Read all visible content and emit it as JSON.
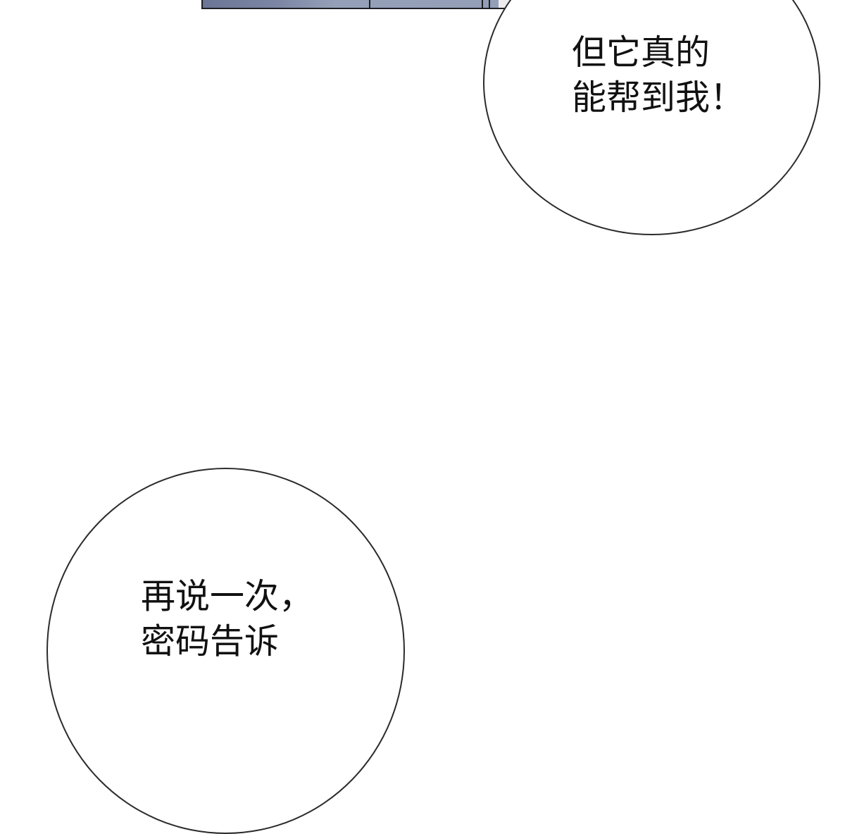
{
  "comic": {
    "top_panel": {
      "description": "partial panel edge with blue-gray and light gray areas"
    },
    "bubbles": [
      {
        "lines": [
          "但它真的",
          "能帮到我！"
        ]
      },
      {
        "lines": [
          "再说一次，",
          "密码告诉"
        ]
      }
    ]
  },
  "colors": {
    "panel_blue": "#939eb7",
    "panel_light": "#ececef",
    "outline": "#2b2b2b"
  }
}
